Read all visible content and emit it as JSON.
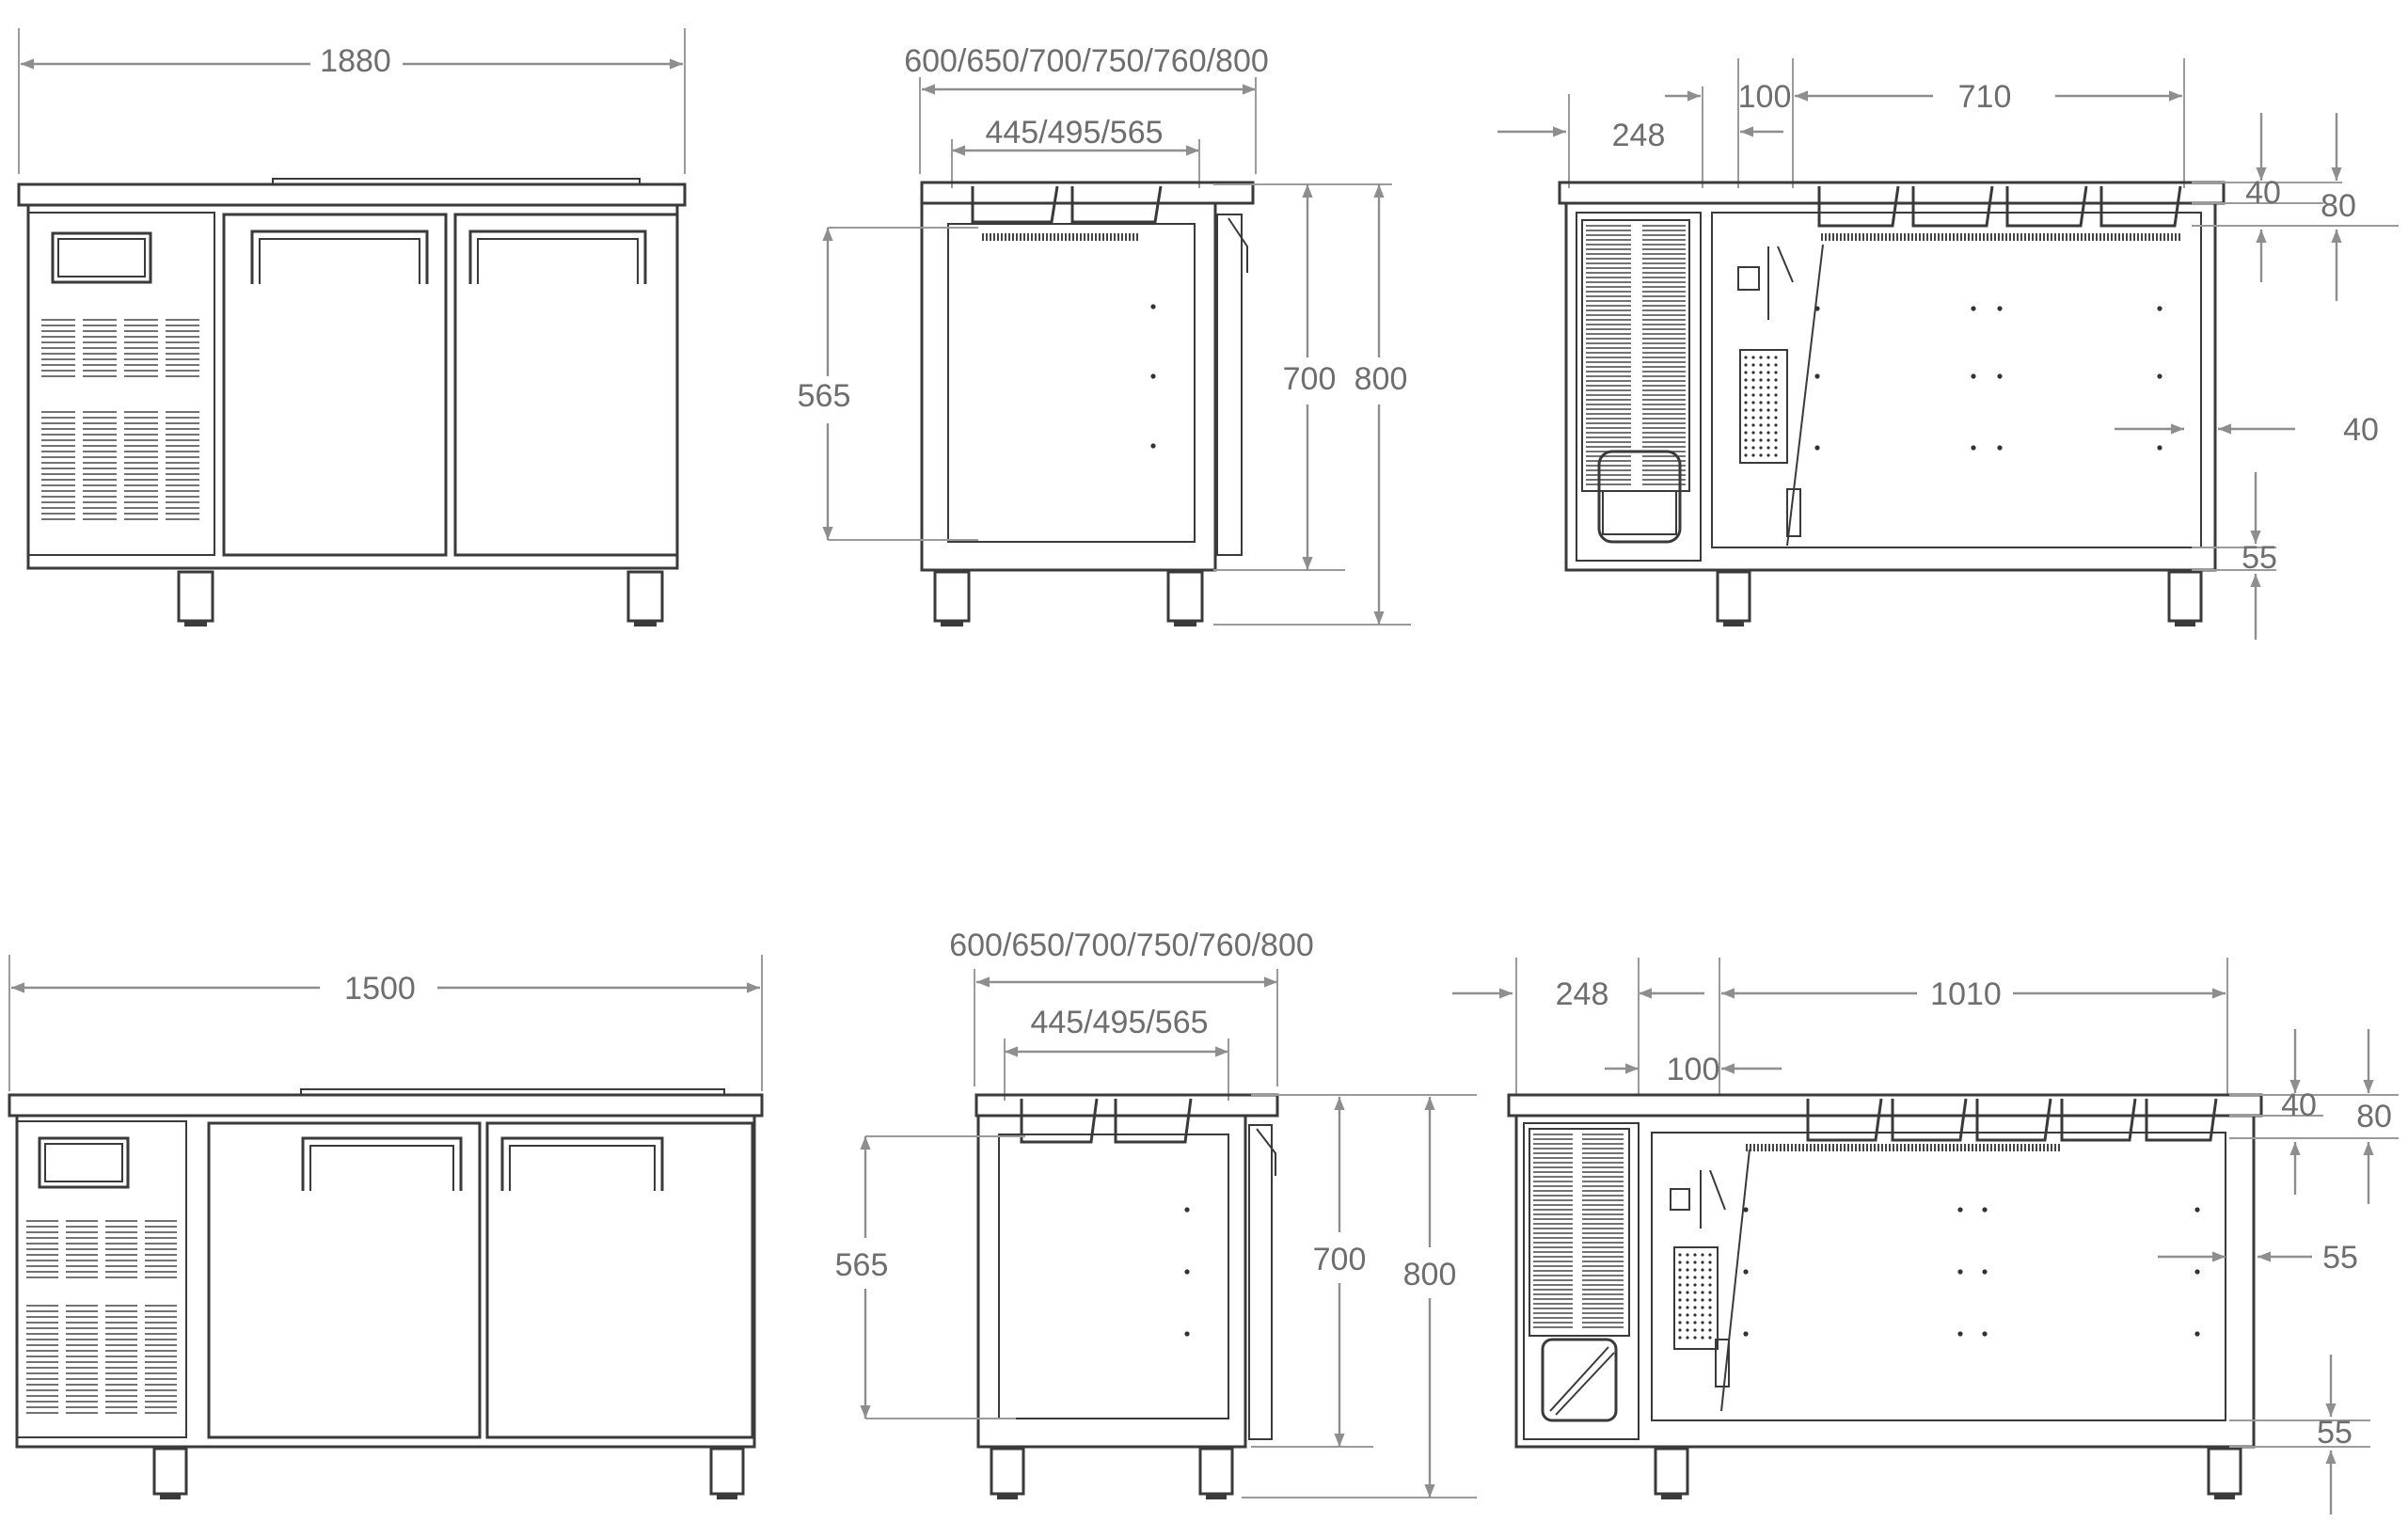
{
  "diagram": {
    "top_row": {
      "front": {
        "width": "1880"
      },
      "side": {
        "depth_options": "600/650/700/750/760/800",
        "inner_options": "445/495/565",
        "inner_height": "565",
        "body_height": "700",
        "total_height": "800"
      },
      "section": {
        "compressor_width": "248",
        "gap": "100",
        "interior_width": "710",
        "top_thickness": "40",
        "pan_depth": "80",
        "wall": "40",
        "bottom": "55"
      }
    },
    "bottom_row": {
      "front": {
        "width": "1500"
      },
      "side": {
        "depth_options": "600/650/700/750/760/800",
        "inner_options": "445/495/565",
        "inner_height": "565",
        "body_height": "700",
        "total_height": "800"
      },
      "section": {
        "compressor_width": "248",
        "gap": "100",
        "interior_width": "1010",
        "top_thickness": "40",
        "pan_depth": "80",
        "wall": "55",
        "bottom": "55"
      }
    }
  }
}
